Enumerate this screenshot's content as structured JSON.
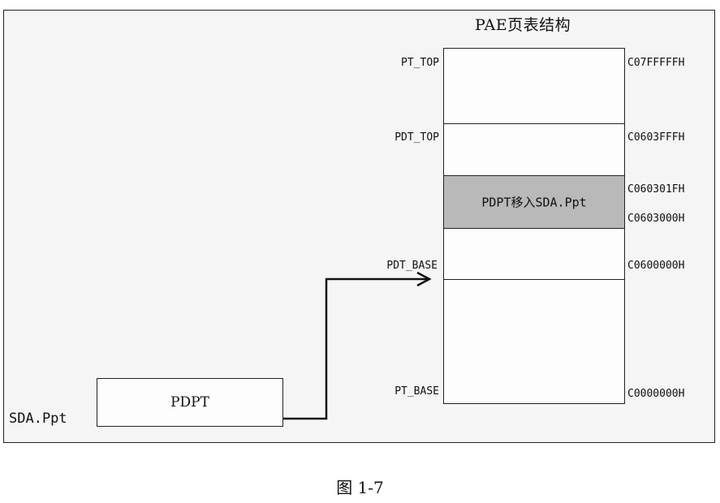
{
  "diagram": {
    "title": "PAE页表结构",
    "segments": [
      {
        "text": ""
      },
      {
        "text": ""
      },
      {
        "text": "PDPT移入SDA.Ppt",
        "shaded": true
      },
      {
        "text": ""
      },
      {
        "text": ""
      }
    ],
    "left_labels": {
      "pt_top": "PT_TOP",
      "pdt_top": "PDT_TOP",
      "pdt_base": "PDT_BASE",
      "pt_base": "PT_BASE"
    },
    "right_labels": {
      "a1": "C07FFFFFH",
      "a2": "C0603FFFH",
      "a3": "C060301FH",
      "a4": "C0603000H",
      "a5": "C0600000H",
      "a6": "C0000000H"
    },
    "pdpt_box": "PDPT",
    "sda_label": "SDA.Ppt"
  },
  "caption": "图 1-7"
}
